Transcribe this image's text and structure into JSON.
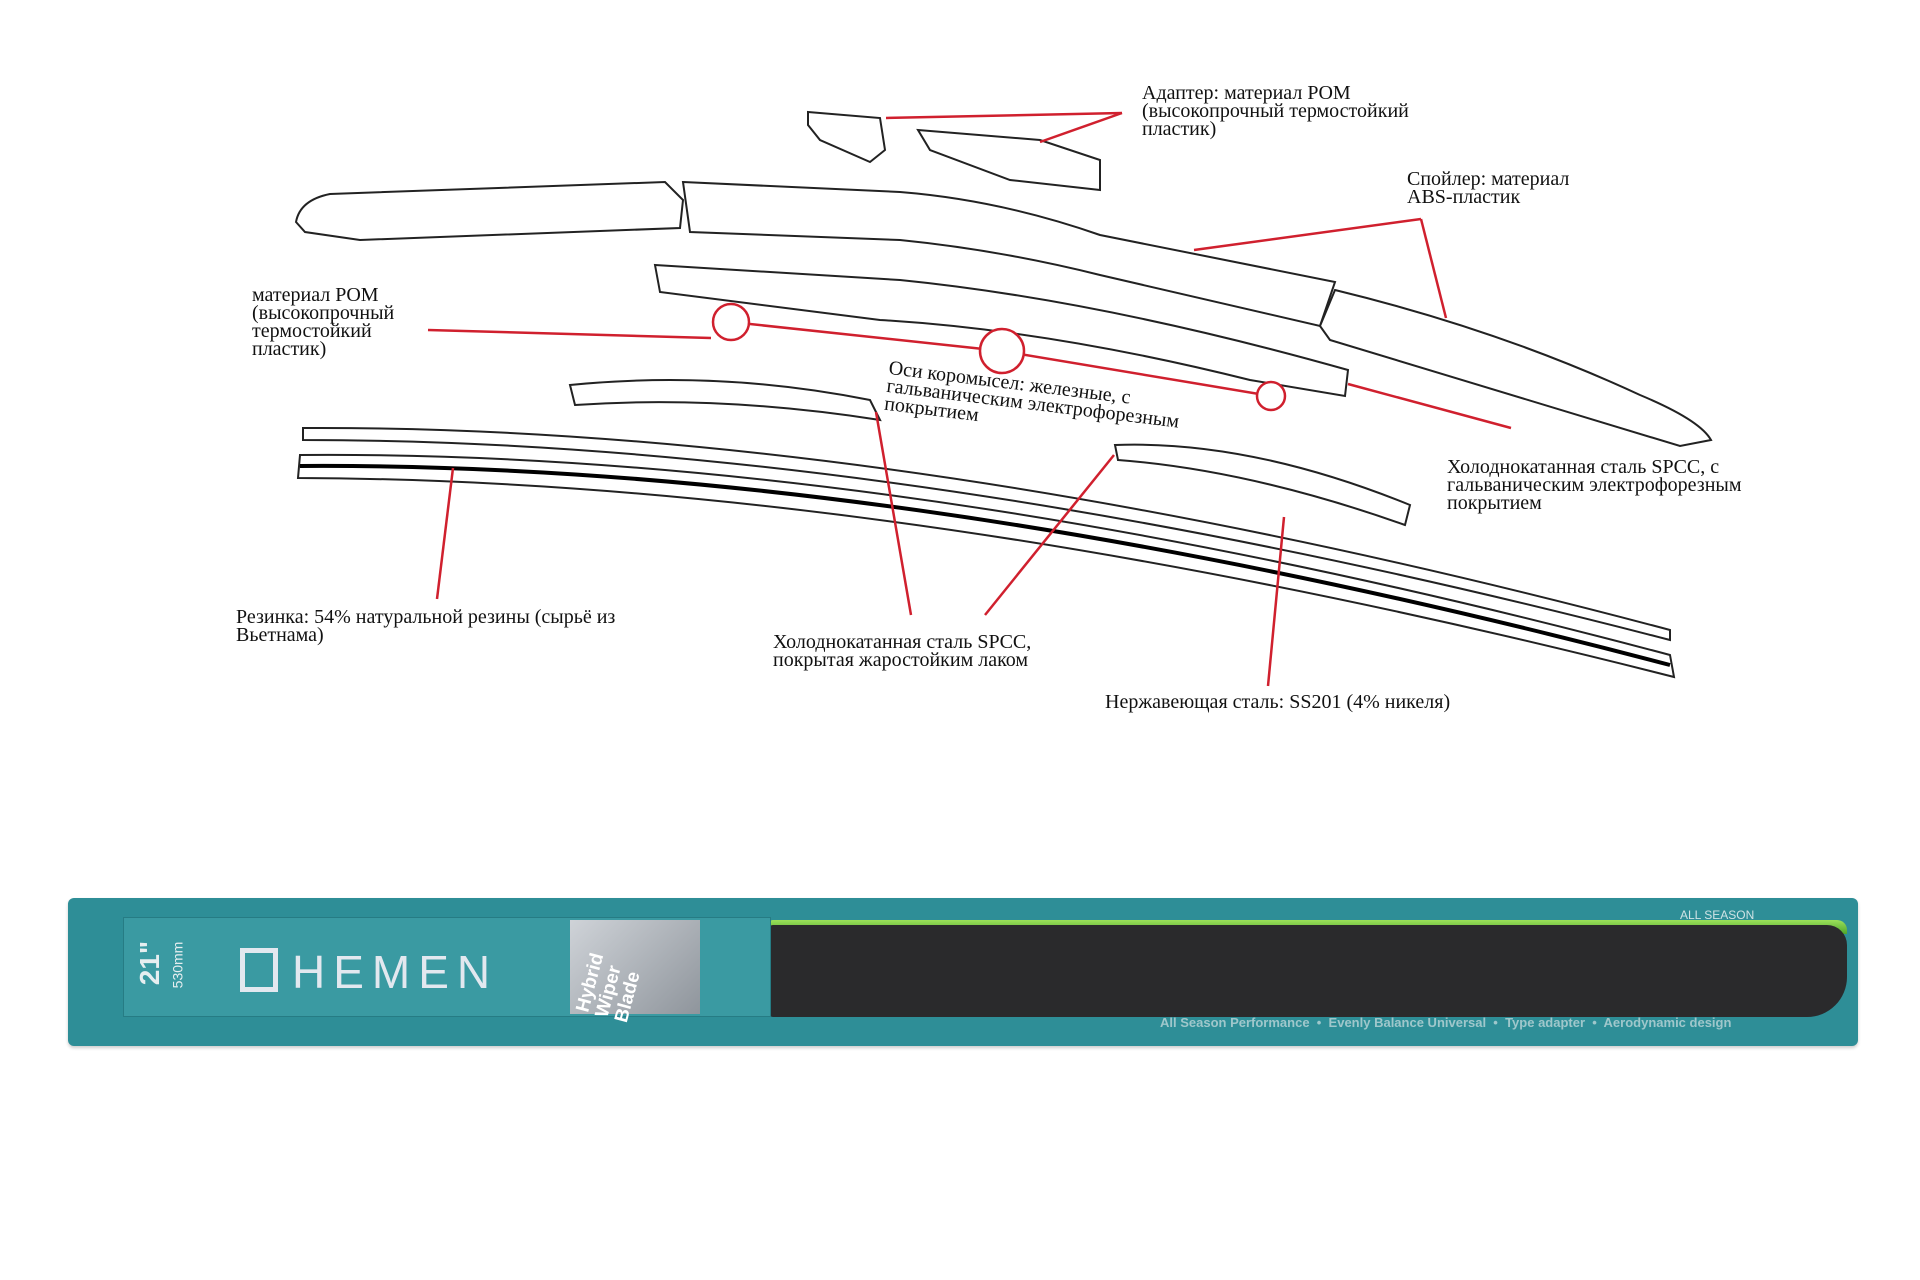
{
  "labels": {
    "adapter": "Адаптер: материал POM\n(высокопрочный термостойкий\nпластик)",
    "spoiler": "Спойлер: материал\nABS-пластик",
    "pom": "материал POM\n(высокопрочный\nтермостойкий\nпластик)",
    "axes": "Оси коромысел: железные, с\nгальваническим электрофорезным\nпокрытием",
    "spcc_right": "Холоднокатанная сталь SPCC, с\nгальваническим электрофорезным\nпокрытием",
    "rubber": "Резинка: 54% натуральной резины (сырьё из\nВьетнама)",
    "spcc_bottom": "Холоднокатанная сталь SPCC,\nпокрытая жаростойким лаком",
    "stainless": "Нержавеющая сталь: SS201 (4% никеля)"
  },
  "package": {
    "size_inch": "21\"",
    "size_mm": "530mm",
    "brand": "HEMEN",
    "product": "Hybrid\nWiper\nBlade",
    "season": "ALL SEASON",
    "features": "All Season Performance  •  Evenly Balance Universal  •  Type adapter  •  Aerodynamic design"
  },
  "colors": {
    "leader": "#d0202e",
    "package": "#2e8e97"
  }
}
